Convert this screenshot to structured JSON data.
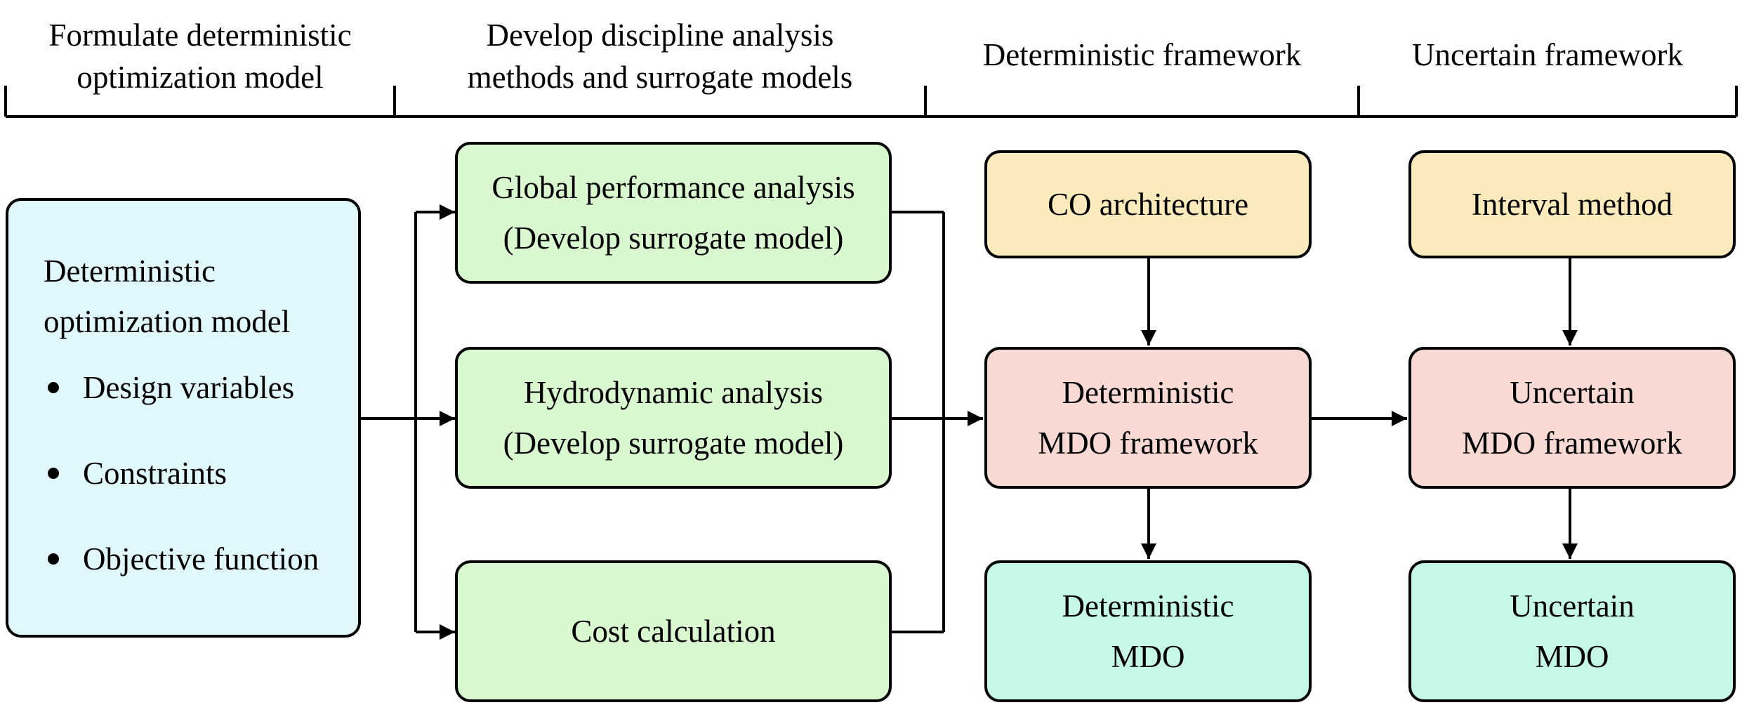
{
  "headers": [
    {
      "lines": [
        "Formulate deterministic",
        "optimization model"
      ]
    },
    {
      "lines": [
        "Develop discipline analysis",
        "methods and surrogate models"
      ]
    },
    {
      "lines": [
        "Deterministic framework"
      ]
    },
    {
      "lines": [
        "Uncertain framework"
      ]
    }
  ],
  "model_box": {
    "title": [
      "Deterministic",
      "optimization model"
    ],
    "bullets": [
      "Design variables",
      "Constraints",
      "Objective function"
    ]
  },
  "analysis_boxes": [
    {
      "lines": [
        "Global performance analysis",
        "(Develop surrogate model)"
      ]
    },
    {
      "lines": [
        "Hydrodynamic analysis",
        "(Develop surrogate model)"
      ]
    },
    {
      "lines": [
        "Cost calculation"
      ]
    }
  ],
  "deterministic": {
    "architecture": [
      "CO architecture"
    ],
    "framework": [
      "Deterministic",
      "MDO framework"
    ],
    "result": [
      "Deterministic",
      "MDO"
    ]
  },
  "uncertain": {
    "method": [
      "Interval method"
    ],
    "framework": [
      "Uncertain",
      "MDO framework"
    ],
    "result": [
      "Uncertain",
      "MDO"
    ]
  },
  "colors": {
    "model": "#e0f8fc",
    "analysis": "#d9f8cf",
    "input": "#fbeabb",
    "framework": "#f9d9d4",
    "result": "#c6f8e8"
  }
}
